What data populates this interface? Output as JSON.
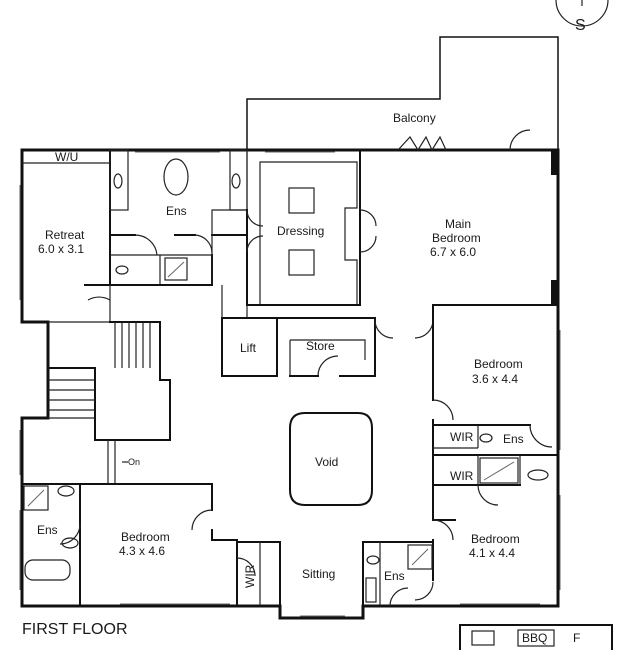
{
  "compass": {
    "label": "S"
  },
  "plan_title": "FIRST FLOOR",
  "rooms": {
    "balcony": {
      "name": "Balcony"
    },
    "wu": {
      "name": "W/U"
    },
    "retreat": {
      "name": "Retreat",
      "size": "6.0 x 3.1"
    },
    "ens_top": {
      "name": "Ens"
    },
    "dressing": {
      "name": "Dressing"
    },
    "main_bedroom": {
      "name": "Main",
      "name2": "Bedroom",
      "size": "6.7 x 6.0"
    },
    "lift": {
      "name": "Lift"
    },
    "store": {
      "name": "Store"
    },
    "bedroom_right": {
      "name": "Bedroom",
      "size": "3.6 x 4.4"
    },
    "wir_right_1": {
      "name": "WIR"
    },
    "ens_right": {
      "name": "Ens"
    },
    "wir_right_2": {
      "name": "WIR"
    },
    "void": {
      "name": "Void"
    },
    "stair_note": {
      "name": "On"
    },
    "ens_left": {
      "name": "Ens"
    },
    "bedroom_left": {
      "name": "Bedroom",
      "size": "4.3 x 4.6"
    },
    "wir_bottom": {
      "name": "WIR"
    },
    "sitting": {
      "name": "Sitting"
    },
    "ens_bottom": {
      "name": "Ens"
    },
    "bedroom_bottom": {
      "name": "Bedroom",
      "size": "4.1 x 4.4"
    }
  },
  "legend": {
    "bbq": "BBQ",
    "f": "F"
  }
}
